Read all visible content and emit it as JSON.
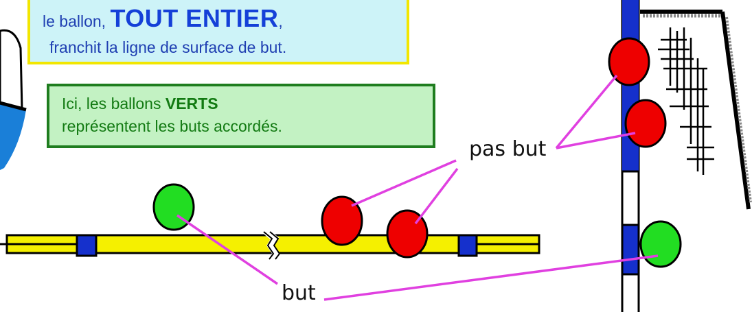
{
  "box_rule": {
    "prefix": "le ballon,",
    "emphasis": "TOUT ENTIER",
    "suffix": ",",
    "line2": "franchit la ligne de surface de but."
  },
  "box_legend": {
    "prefix": "Ici, les ballons",
    "emphasis": "VERTS",
    "line2": "représentent les buts accordés."
  },
  "labels": {
    "not_goal": "pas but",
    "goal": "but"
  },
  "colors": {
    "goal_ball": "#22dd22",
    "no_goal_ball": "#ee0000",
    "pointer": "#e040e0",
    "line_yellow": "#f5f000",
    "post_blue": "#1530cc"
  }
}
